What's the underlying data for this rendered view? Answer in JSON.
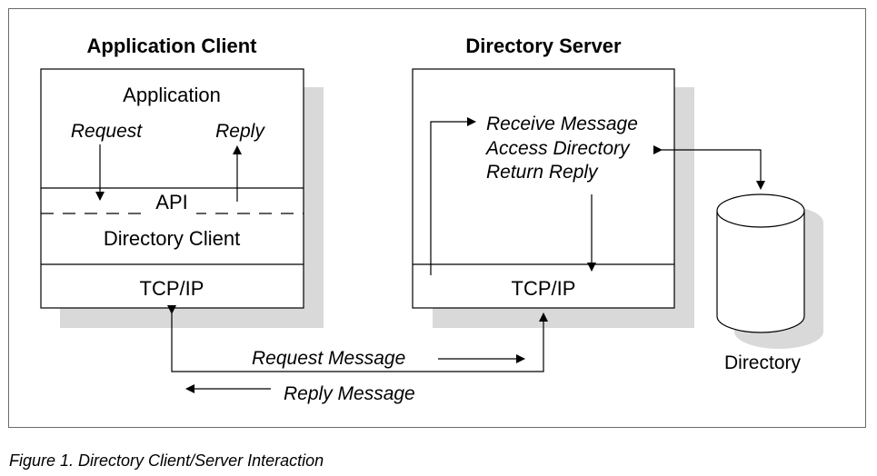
{
  "client": {
    "title": "Application Client",
    "application_label": "Application",
    "request_label": "Request",
    "reply_label": "Reply",
    "api_label": "API",
    "directory_client_label": "Directory Client",
    "tcpip_label": "TCP/IP"
  },
  "server": {
    "title": "Directory Server",
    "step1": "Receive Message",
    "step2": "Access Directory",
    "step3": "Return Reply",
    "tcpip_label": "TCP/IP"
  },
  "directory": {
    "label": "Directory"
  },
  "messages": {
    "request": "Request Message",
    "reply": "Reply Message"
  },
  "caption": "Figure 1.  Directory Client/Server Interaction",
  "colors": {
    "line": "#000000",
    "shadow": "#d9d9d9",
    "frame": "#6a6a6a"
  }
}
